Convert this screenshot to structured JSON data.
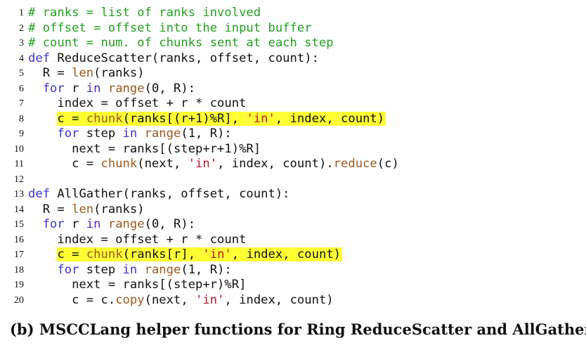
{
  "colors": {
    "comment": "#22a020",
    "keyword": "#3b33cc",
    "builtin": "#9a5a1c",
    "string": "#c0142a",
    "method": "#9a5a1c",
    "plain": "#111111",
    "highlight": "#ffff33"
  },
  "code_lines": [
    {
      "num": "1",
      "segments": [
        {
          "t": "# ranks = list of ranks involved",
          "c": "comment"
        }
      ]
    },
    {
      "num": "2",
      "segments": [
        {
          "t": "# offset = offset into the input buffer",
          "c": "comment"
        }
      ]
    },
    {
      "num": "3",
      "segments": [
        {
          "t": "# count = num. of chunks sent at each step",
          "c": "comment"
        }
      ]
    },
    {
      "num": "4",
      "segments": [
        {
          "t": "def",
          "c": "keyword"
        },
        {
          "t": " ReduceScatter(ranks, offset, count):",
          "c": "plain"
        }
      ]
    },
    {
      "num": "5",
      "segments": [
        {
          "t": "  R = ",
          "c": "plain"
        },
        {
          "t": "len",
          "c": "builtin"
        },
        {
          "t": "(ranks)",
          "c": "plain"
        }
      ]
    },
    {
      "num": "6",
      "segments": [
        {
          "t": "  ",
          "c": "plain"
        },
        {
          "t": "for",
          "c": "keyword"
        },
        {
          "t": " r ",
          "c": "plain"
        },
        {
          "t": "in",
          "c": "keyword"
        },
        {
          "t": " ",
          "c": "plain"
        },
        {
          "t": "range",
          "c": "builtin"
        },
        {
          "t": "(0, R):",
          "c": "plain"
        }
      ]
    },
    {
      "num": "7",
      "segments": [
        {
          "t": "    index = offset + r * count",
          "c": "plain"
        }
      ]
    },
    {
      "num": "8",
      "indent": "    ",
      "highlight": true,
      "segments": [
        {
          "t": "c = ",
          "c": "plain"
        },
        {
          "t": "chunk",
          "c": "builtin"
        },
        {
          "t": "(ranks[(r+1)%R], ",
          "c": "plain"
        },
        {
          "t": "'in'",
          "c": "string"
        },
        {
          "t": ", index, count)",
          "c": "plain"
        }
      ]
    },
    {
      "num": "9",
      "segments": [
        {
          "t": "    ",
          "c": "plain"
        },
        {
          "t": "for",
          "c": "keyword"
        },
        {
          "t": " step ",
          "c": "plain"
        },
        {
          "t": "in",
          "c": "keyword"
        },
        {
          "t": " ",
          "c": "plain"
        },
        {
          "t": "range",
          "c": "builtin"
        },
        {
          "t": "(1, R):",
          "c": "plain"
        }
      ]
    },
    {
      "num": "10",
      "segments": [
        {
          "t": "      next = ranks[(step+r+1)%R]",
          "c": "plain"
        }
      ]
    },
    {
      "num": "11",
      "segments": [
        {
          "t": "      c = ",
          "c": "plain"
        },
        {
          "t": "chunk",
          "c": "builtin"
        },
        {
          "t": "(next, ",
          "c": "plain"
        },
        {
          "t": "'in'",
          "c": "string"
        },
        {
          "t": ", index, count).",
          "c": "plain"
        },
        {
          "t": "reduce",
          "c": "method"
        },
        {
          "t": "(c)",
          "c": "plain"
        }
      ]
    },
    {
      "num": "12",
      "segments": []
    },
    {
      "num": "13",
      "segments": [
        {
          "t": "def",
          "c": "keyword"
        },
        {
          "t": " AllGather(ranks, offset, count):",
          "c": "plain"
        }
      ]
    },
    {
      "num": "14",
      "segments": [
        {
          "t": "  R = ",
          "c": "plain"
        },
        {
          "t": "len",
          "c": "builtin"
        },
        {
          "t": "(ranks)",
          "c": "plain"
        }
      ]
    },
    {
      "num": "15",
      "segments": [
        {
          "t": "  ",
          "c": "plain"
        },
        {
          "t": "for",
          "c": "keyword"
        },
        {
          "t": " r ",
          "c": "plain"
        },
        {
          "t": "in",
          "c": "keyword"
        },
        {
          "t": " ",
          "c": "plain"
        },
        {
          "t": "range",
          "c": "builtin"
        },
        {
          "t": "(0, R):",
          "c": "plain"
        }
      ]
    },
    {
      "num": "16",
      "segments": [
        {
          "t": "    index = offset + r * count",
          "c": "plain"
        }
      ]
    },
    {
      "num": "17",
      "indent": "    ",
      "highlight": true,
      "segments": [
        {
          "t": "c = ",
          "c": "plain"
        },
        {
          "t": "chunk",
          "c": "builtin"
        },
        {
          "t": "(ranks[r], ",
          "c": "plain"
        },
        {
          "t": "'in'",
          "c": "string"
        },
        {
          "t": ", index, count)",
          "c": "plain"
        }
      ]
    },
    {
      "num": "18",
      "segments": [
        {
          "t": "    ",
          "c": "plain"
        },
        {
          "t": "for",
          "c": "keyword"
        },
        {
          "t": " step ",
          "c": "plain"
        },
        {
          "t": "in",
          "c": "keyword"
        },
        {
          "t": " ",
          "c": "plain"
        },
        {
          "t": "range",
          "c": "builtin"
        },
        {
          "t": "(1, R):",
          "c": "plain"
        }
      ]
    },
    {
      "num": "19",
      "segments": [
        {
          "t": "      next = ranks[(step+r)%R]",
          "c": "plain"
        }
      ]
    },
    {
      "num": "20",
      "segments": [
        {
          "t": "      c = c.",
          "c": "plain"
        },
        {
          "t": "copy",
          "c": "method"
        },
        {
          "t": "(next, ",
          "c": "plain"
        },
        {
          "t": "'in'",
          "c": "string"
        },
        {
          "t": ", index, count)",
          "c": "plain"
        }
      ]
    }
  ],
  "caption": "(b) MSCCLang helper functions for Ring ReduceScatter and AllGather."
}
